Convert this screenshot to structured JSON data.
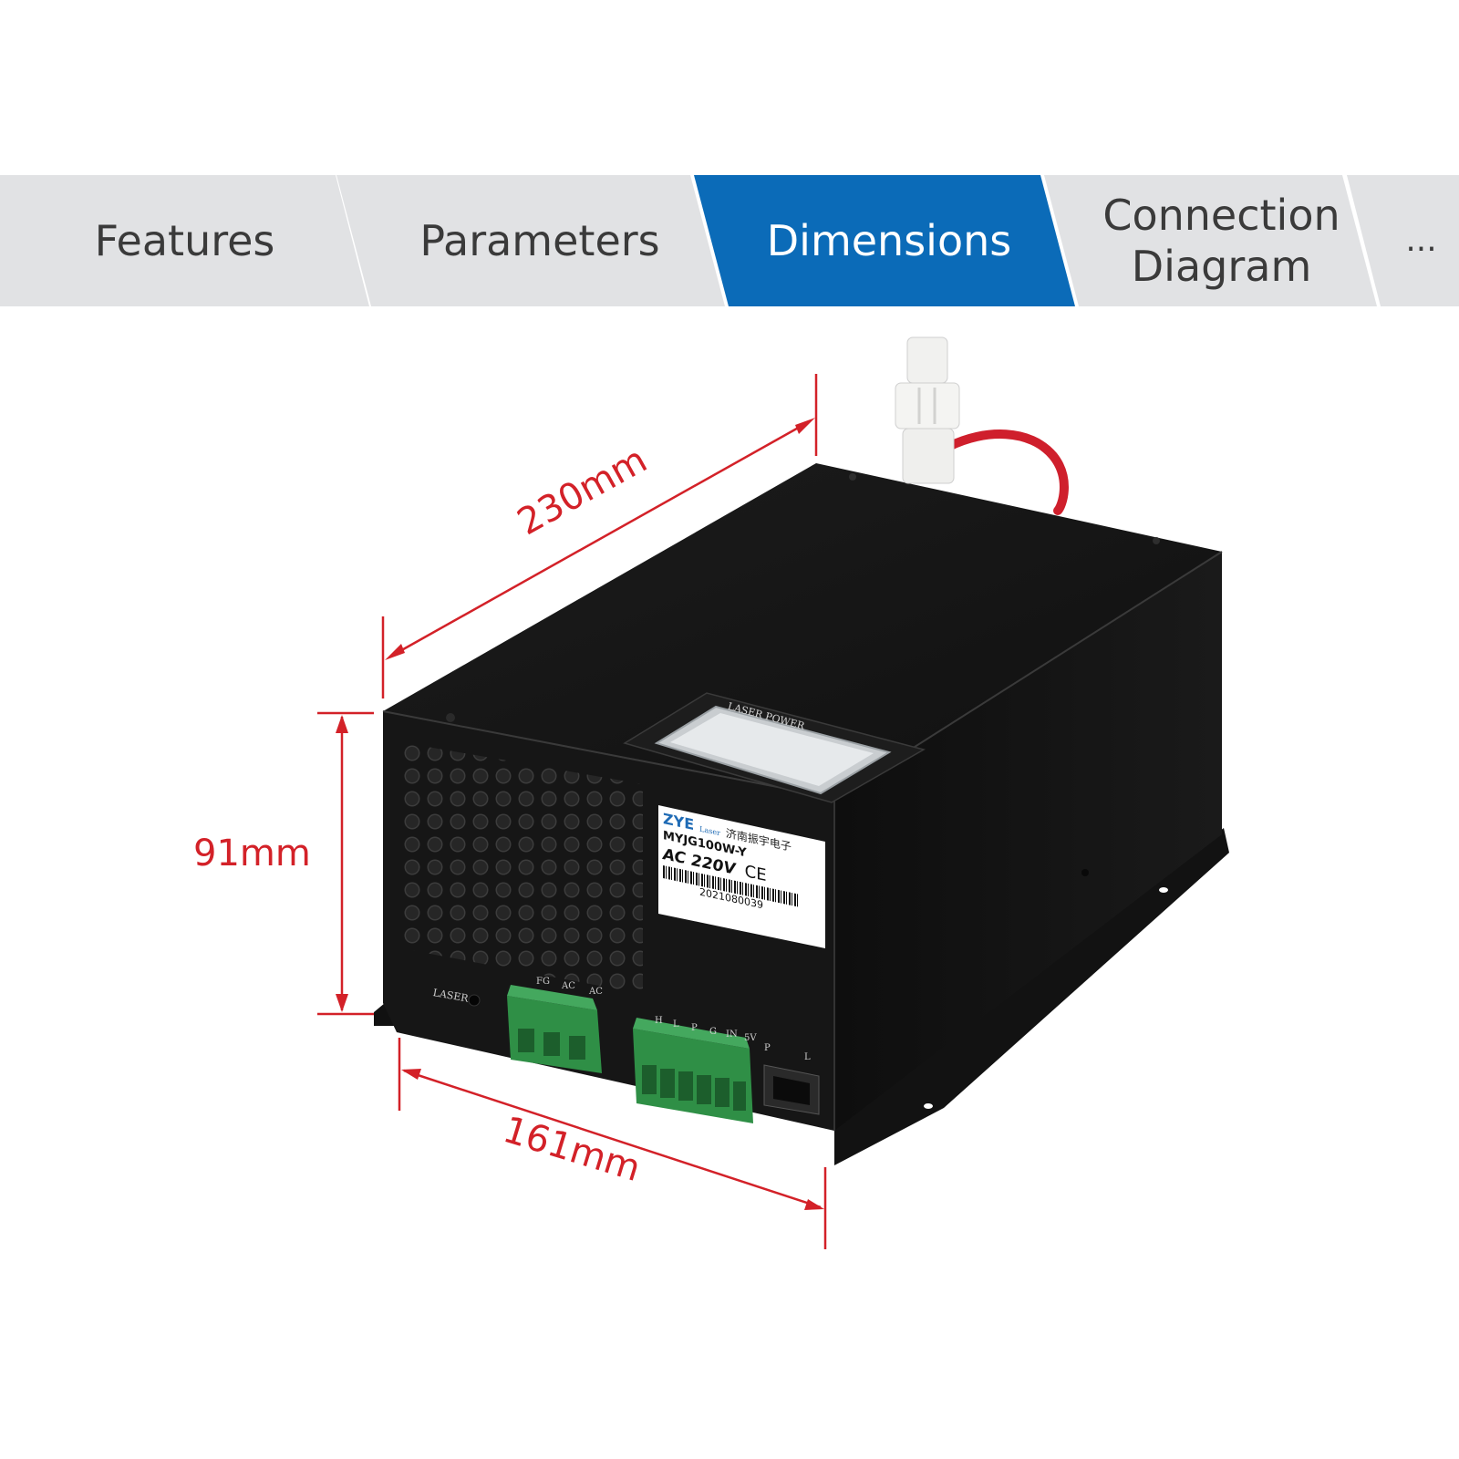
{
  "tabs": [
    {
      "label": "Features",
      "active": false
    },
    {
      "label": "Parameters",
      "active": false
    },
    {
      "label": "Dimensions",
      "active": true
    },
    {
      "label": "Connection\nDiagram",
      "active": false
    },
    {
      "label": "...",
      "active": false
    }
  ],
  "dimensions": {
    "length": "230mm",
    "height": "91mm",
    "width": "161mm"
  },
  "device": {
    "display_caption": "LASER POWER",
    "laser_indicator": "LASER",
    "power_terminal_labels": [
      "FG",
      "AC",
      "AC"
    ],
    "signal_terminal_labels": [
      "H",
      "L",
      "P",
      "G",
      "IN",
      "5V"
    ],
    "port_labels": [
      "P",
      "L"
    ],
    "label_brand": "ZYE",
    "label_brand_sub": "Laser",
    "label_company": "济南振宇电子",
    "label_model": "MYJG100W-Y",
    "label_voltage": "AC 220V",
    "label_ce": "CE",
    "label_serial": "2021080039"
  },
  "colors": {
    "tab_inactive": "#e1e2e4",
    "tab_active": "#0b6bb8",
    "dimension_red": "#d32128",
    "device_body": "#141414"
  }
}
